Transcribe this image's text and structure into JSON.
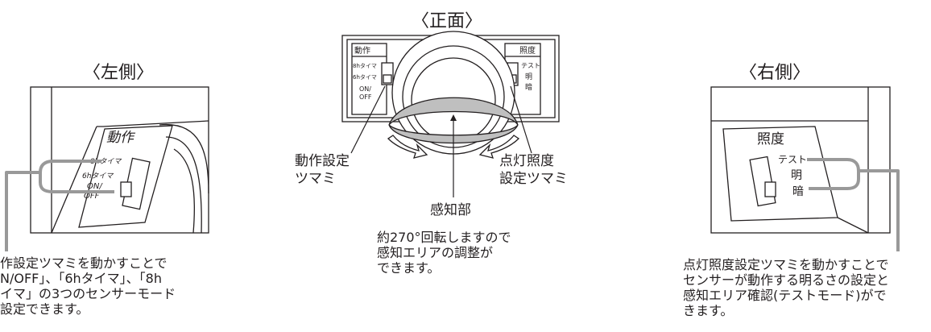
{
  "front": {
    "title": "〈正面〉",
    "panel_left": {
      "header": "動作",
      "opt_8h": "8hタイマ",
      "opt_6h": "6hタイマ",
      "opt_on": "ON/",
      "opt_off": "OFF"
    },
    "panel_right": {
      "header": "照度",
      "opt_test": "テスト",
      "opt_bright": "明",
      "opt_dark": "暗"
    },
    "callout_left": [
      "動作設定",
      "ツマミ"
    ],
    "callout_right": [
      "点灯照度",
      "設定ツマミ"
    ],
    "sensor_label": "感知部",
    "rotation_note": [
      "約270°回転しますので",
      "感知エリアの調整が",
      "できます。"
    ]
  },
  "left": {
    "title": "〈左側〉",
    "panel": {
      "header": "動作",
      "opt_8h": "8hタイマ",
      "opt_6h": "6hタイマ",
      "opt_on": "ON/",
      "opt_off": "OFF"
    },
    "description": [
      "作設定ツマミを動かすことで",
      "N/OFF」、「6hタイマ」、「8h",
      "イマ」の3つのセンサーモード",
      "設定できます。"
    ]
  },
  "right": {
    "title": "〈右側〉",
    "panel": {
      "header": "照度",
      "opt_test": "テスト",
      "opt_bright": "明",
      "opt_dark": "暗"
    },
    "description": [
      "点灯照度設定ツマミを動かすことで",
      "センサーが動作する明るさの設定と",
      "感知エリア確認(テストモード)がで",
      "きます。"
    ]
  },
  "colors": {
    "line": "#231f20",
    "highlight": "#999999",
    "ring_fill": "#bfbfbf"
  }
}
